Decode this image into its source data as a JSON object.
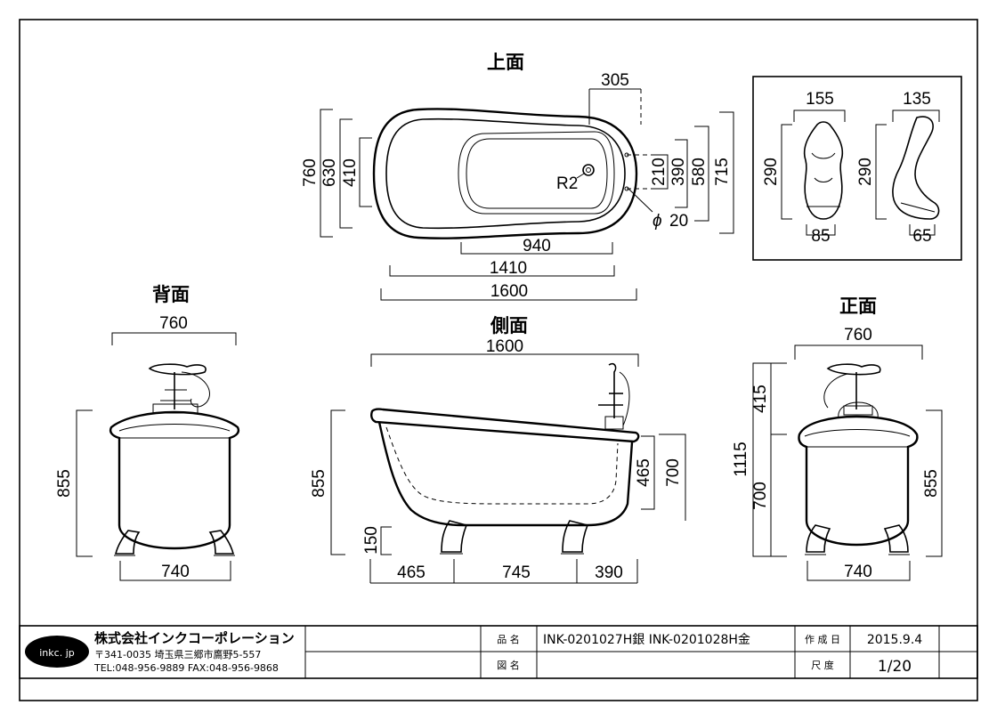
{
  "views": {
    "top": {
      "label": "上面",
      "dims": {
        "length_total": "1600",
        "length_outer": "1410",
        "length_inner": "940",
        "width_760": "760",
        "width_630": "630",
        "width_410": "410",
        "right_305": "305",
        "right_210": "210",
        "right_390": "390",
        "right_580": "580",
        "right_715": "715",
        "radius": "R2",
        "phi_symbol": "ϕ",
        "phi_value": "20"
      }
    },
    "back": {
      "label": "背面",
      "dims": {
        "width_top": "760",
        "height": "855",
        "width_bottom": "740"
      }
    },
    "side": {
      "label": "側面",
      "dims": {
        "length": "1600",
        "height": "855",
        "foot": "150",
        "inner_depth": "465",
        "rim_height": "700",
        "seg_left": "465",
        "seg_mid": "745",
        "seg_right": "390"
      }
    },
    "front": {
      "label": "正面",
      "dims": {
        "width_top": "760",
        "faucet": "415",
        "total_height": "1115",
        "body": "700",
        "height": "855",
        "width_bottom": "740"
      }
    },
    "feet": {
      "dims": {
        "front_width": "155",
        "front_height": "290",
        "front_base": "85",
        "side_width": "135",
        "side_height": "290",
        "side_base": "65"
      }
    }
  },
  "title_block": {
    "logo": "inkc. jp",
    "company": "株式会社インクコーポレーション",
    "address": "〒341-0035 埼玉県三郷市鷹野5-557",
    "contact": "TEL:048-956-9889  FAX:048-956-9868",
    "product_name_label": "品 名",
    "product_name_value": "INK-0201027H銀  INK-0201028H金",
    "drawing_label": "図 名",
    "drawing_value": "",
    "date_label": "作 成 日",
    "date_value": "2015.9.4",
    "scale_label": "尺 度",
    "scale_value": "1/20"
  }
}
